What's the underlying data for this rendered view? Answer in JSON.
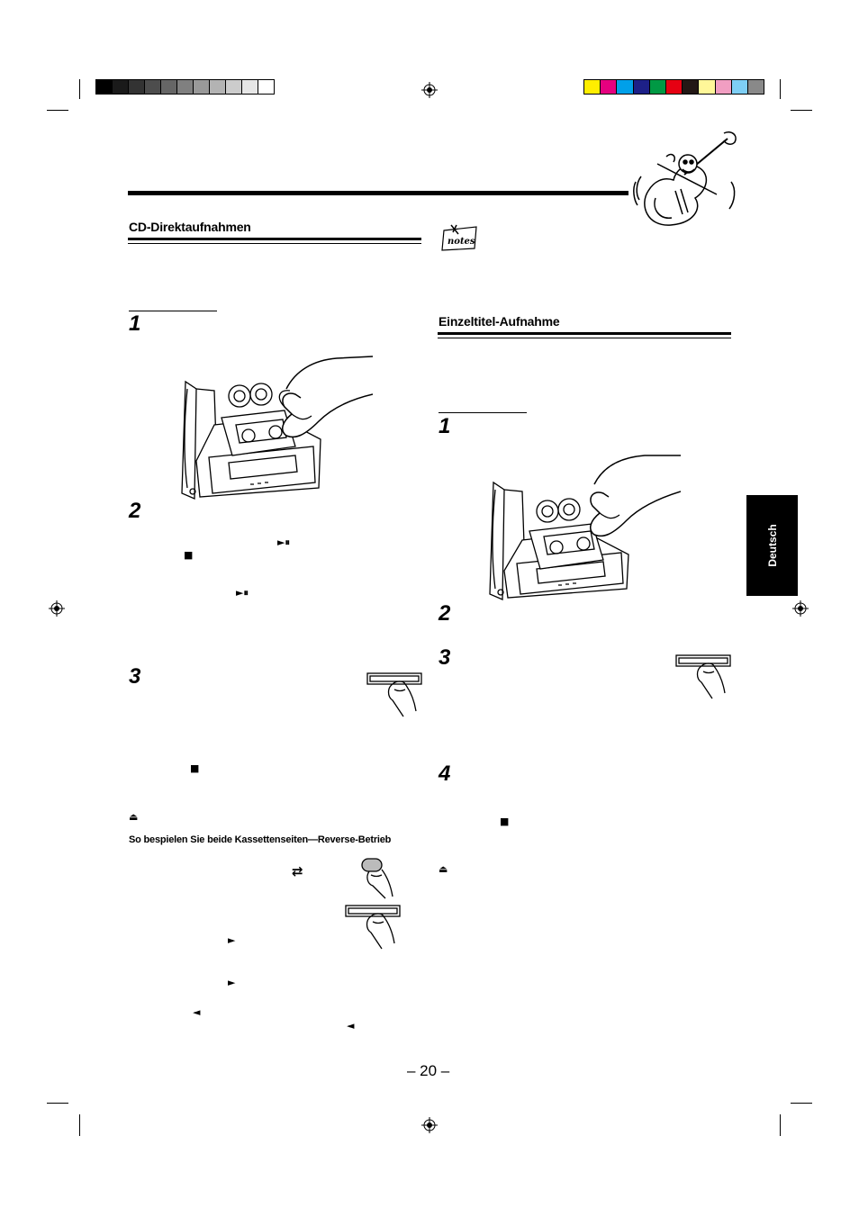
{
  "page": {
    "number": "– 20 –",
    "language_tab": "Deutsch"
  },
  "left": {
    "heading": "CD-Direktaufnahmen",
    "steps": [
      "1",
      "2",
      "3"
    ],
    "play_pause_symbol": "►⏸",
    "stop_symbol": "■",
    "eject_symbol": "⏏",
    "subheading": "So bespielen Sie beide Kassettenseiten—Reverse-Betrieb",
    "reverse_mode_symbol": "⇄",
    "forward_symbol": "►",
    "reverse_symbol": "◄"
  },
  "right": {
    "notes_label": "notes",
    "heading": "Einzeltitel-Aufnahme",
    "steps": [
      "1",
      "2",
      "3",
      "4"
    ],
    "stop_symbol": "■",
    "eject_symbol": "⏏"
  },
  "colors": {
    "grayscale_bar": [
      "#000000",
      "#1a1a1a",
      "#333333",
      "#4d4d4d",
      "#666666",
      "#808080",
      "#999999",
      "#b3b3b3",
      "#cccccc",
      "#e6e6e6",
      "#ffffff"
    ],
    "color_bar": [
      "#ffee00",
      "#e5007f",
      "#00a0e9",
      "#1d2088",
      "#009944",
      "#e60012",
      "#231815",
      "#fff799",
      "#f19ec2",
      "#7ecef4",
      "#898989"
    ]
  }
}
